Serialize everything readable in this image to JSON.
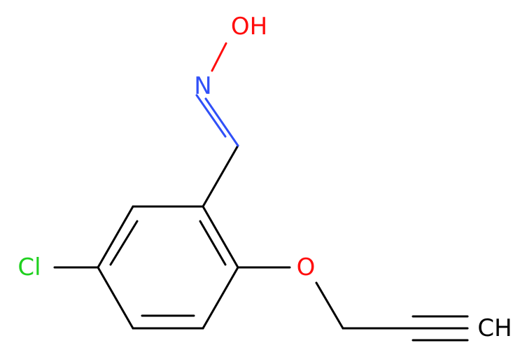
{
  "labels": {
    "hydroxyl": "OH",
    "nitrogen": "N",
    "chlorine": "Cl",
    "ether_oxygen": "O",
    "terminal_ch": "CH"
  },
  "colors": {
    "bond": "#000000",
    "oxygen": "#ff0d0d",
    "nitrogen": "#3050f8",
    "chlorine": "#1fd01f",
    "carbon_label": "#000000",
    "background": "#ffffff"
  }
}
